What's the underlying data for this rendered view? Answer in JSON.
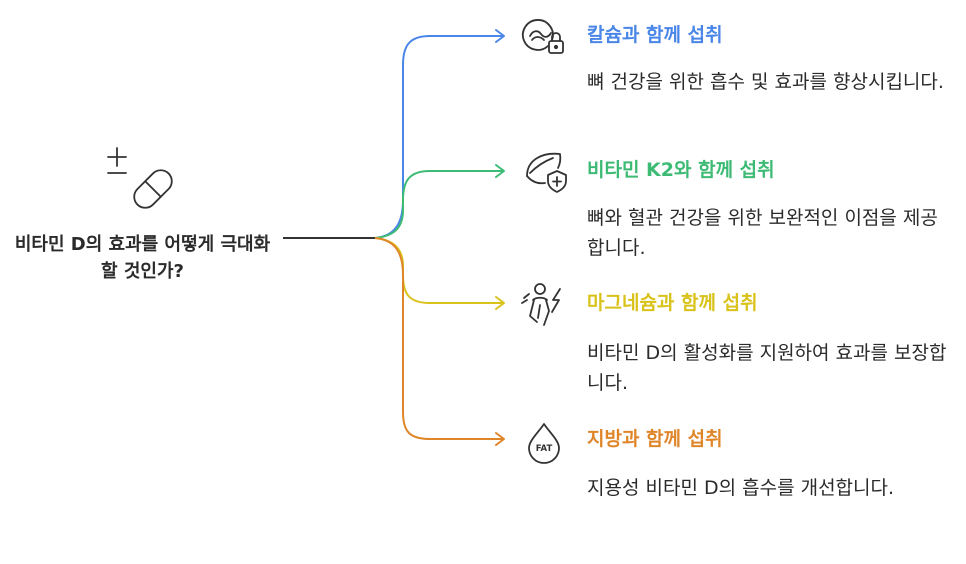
{
  "root": {
    "question": "비타민 D의 효과를 어떻게 극대화할 것인가?",
    "icon": "pill-plus-minus-icon"
  },
  "branches": [
    {
      "title": "칼슘과 함께 섭취",
      "desc": "뼈 건강을 위한 흡수 및 효과를 향상시킵니다.",
      "color": "#4a86e8",
      "icon": "bone-lock-icon"
    },
    {
      "title": "비타민 K2와 함께 섭취",
      "desc": "뼈와 혈관 건강을 위한 보완적인 이점을 제공합니다.",
      "color": "#3dbb74",
      "icon": "leaf-shield-icon"
    },
    {
      "title": "마그네슘과 함께 섭취",
      "desc": "비타민 D의 활성화를 지원하여 효과를 보장합니다.",
      "color": "#d9c21a",
      "icon": "person-energy-icon"
    },
    {
      "title": "지방과 함께 섭취",
      "desc": "지용성 비타민 D의 흡수를 개선합니다.",
      "color": "#e0862a",
      "icon": "fat-drop-icon"
    }
  ]
}
